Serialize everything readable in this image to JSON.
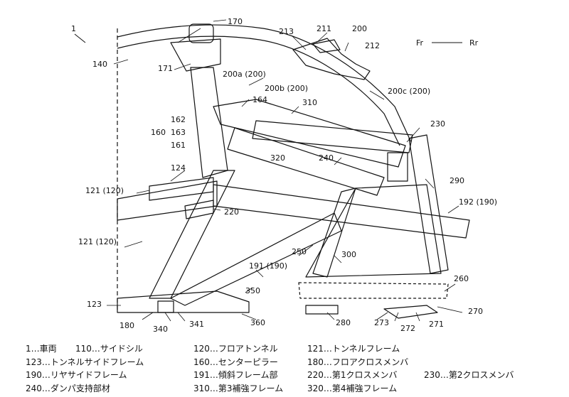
{
  "figure_ref": "1",
  "direction": {
    "front": "Fr",
    "rear": "Rr"
  },
  "labels": {
    "l170": "170",
    "l211": "211",
    "l200": "200",
    "l213": "213",
    "l212": "212",
    "l140": "140",
    "l171": "171",
    "l200a": "200a (200)",
    "l200b": "200b (200)",
    "l200c": "200c (200)",
    "l164": "164",
    "l310": "310",
    "l162": "162",
    "l160": "160",
    "l163": "163",
    "l161": "161",
    "l230": "230",
    "l240": "240",
    "l320": "320",
    "l124": "124",
    "l290": "290",
    "l121a": "121 (120)",
    "l192": "192 (190)",
    "l220": "220",
    "l121b": "121 (120)",
    "l250": "250",
    "l300": "300",
    "l191": "191 (190)",
    "l260": "260",
    "l350": "350",
    "l123": "123",
    "l270": "270",
    "l180": "180",
    "l340": "340",
    "l341": "341",
    "l360": "360",
    "l280": "280",
    "l273": "273",
    "l272": "272",
    "l271": "271"
  },
  "legend": [
    [
      "1…車両",
      "110…サイドシル",
      "120…フロアトンネル",
      "121…トンネルフレーム"
    ],
    [
      "123…トンネルサイドフレーム",
      "160…センターピラー",
      "180…フロアクロスメンバ"
    ],
    [
      "190…リヤサイドフレーム",
      "191…傾斜フレーム部",
      "220…第1クロスメンバ",
      "230…第2クロスメンバ"
    ],
    [
      "240…ダンパ支持部材",
      "310…第3補強フレーム",
      "320…第4補強フレーム"
    ]
  ]
}
